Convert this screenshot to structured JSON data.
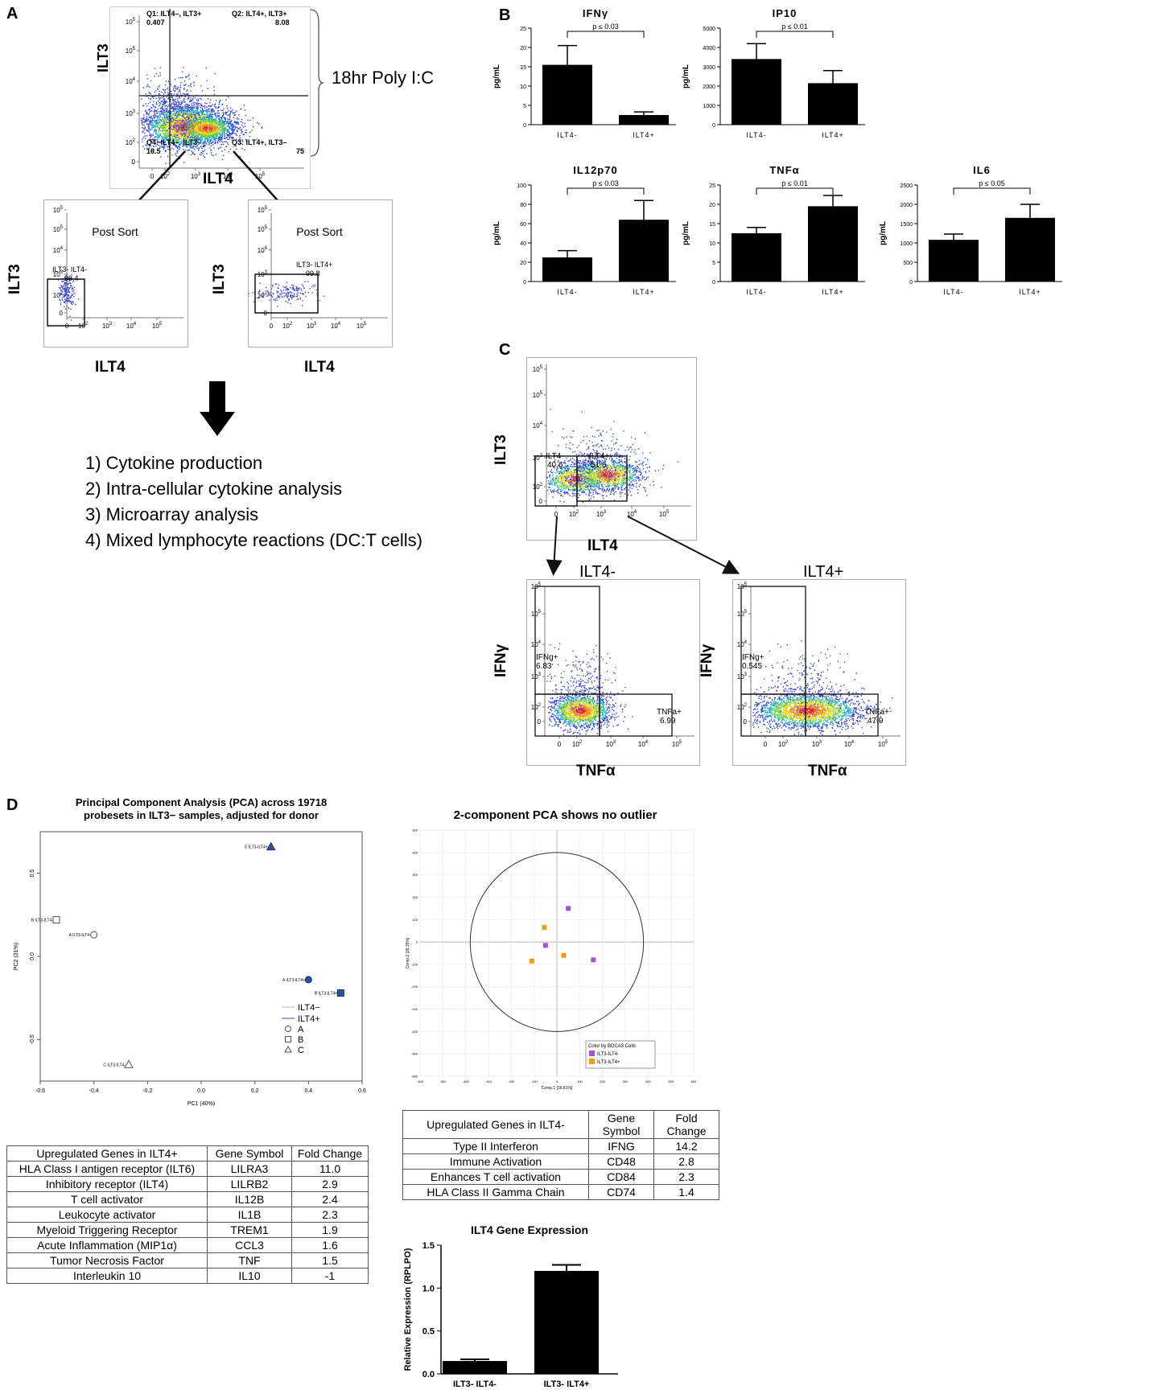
{
  "panelA": {
    "letter": "A",
    "top_plot": {
      "xlabel": "ILT4",
      "ylabel": "ILT3",
      "q1": "Q1: ILT4–, ILT3+",
      "q1_val": "0.407",
      "q2": "Q2: ILT4+, ILT3+",
      "q2_val": "8.08",
      "q3": "Q3: ILT4+, ILT3–",
      "q3_val": "75",
      "q4": "Q4: ILT4–, ILT3–",
      "q4_val": "16.5",
      "condition": "18hr Poly I:C"
    },
    "sort_left": {
      "title": "Post Sort",
      "gate": "ILT3- ILT4-",
      "gate_val": "99.4",
      "xlabel": "ILT4",
      "ylabel": "ILT3"
    },
    "sort_right": {
      "title": "Post Sort",
      "gate": "ILT3- ILT4+",
      "gate_val": "99.8",
      "xlabel": "ILT4",
      "ylabel": "ILT3"
    },
    "steps": [
      "1)  Cytokine production",
      "2)  Intra-cellular cytokine analysis",
      "3)  Microarray analysis",
      "4)  Mixed lymphocyte reactions (DC:T cells)"
    ]
  },
  "panelB": {
    "letter": "B",
    "ylabel": "pg/mL",
    "chart_data": [
      {
        "type": "bar",
        "title": "IFNγ",
        "categories": [
          "ILT4-",
          "ILT4+"
        ],
        "values": [
          15.5,
          2.5
        ],
        "errors": [
          5.0,
          0.8
        ],
        "ylim": [
          0,
          25
        ],
        "yticks": [
          0,
          5,
          10,
          15,
          20,
          25
        ],
        "pval": "p ≤ 0.03"
      },
      {
        "type": "bar",
        "title": "IP10",
        "categories": [
          "ILT4-",
          "ILT4+"
        ],
        "values": [
          3400,
          2150
        ],
        "errors": [
          800,
          650
        ],
        "ylim": [
          0,
          5000
        ],
        "yticks": [
          0,
          1000,
          2000,
          3000,
          4000,
          5000
        ],
        "pval": "p ≤ 0.01"
      },
      {
        "type": "bar",
        "title": "IL12p70",
        "categories": [
          "ILT4-",
          "ILT4+"
        ],
        "values": [
          25,
          64
        ],
        "errors": [
          7,
          20
        ],
        "ylim": [
          0,
          100
        ],
        "yticks": [
          0,
          20,
          40,
          60,
          80,
          100
        ],
        "pval": "p ≤ 0.03"
      },
      {
        "type": "bar",
        "title": "TNFα",
        "categories": [
          "ILT4-",
          "ILT4+"
        ],
        "values": [
          12.5,
          19.5
        ],
        "errors": [
          1.5,
          2.8
        ],
        "ylim": [
          0,
          25
        ],
        "yticks": [
          0,
          5,
          10,
          15,
          20,
          25
        ],
        "pval": "p ≤ 0.01"
      },
      {
        "type": "bar",
        "title": "IL6",
        "categories": [
          "ILT4-",
          "ILT4+"
        ],
        "values": [
          1080,
          1650
        ],
        "errors": [
          150,
          350
        ],
        "ylim": [
          0,
          2500
        ],
        "yticks": [
          0,
          500,
          1000,
          1500,
          2000,
          2500
        ],
        "pval": "p ≤ 0.05"
      }
    ]
  },
  "panelC": {
    "letter": "C",
    "top_plot": {
      "xlabel": "ILT4",
      "ylabel": "ILT3",
      "g1": "ILT4-",
      "g1_val": "40.6",
      "g2": "ILT4+",
      "g2_val": "51.6"
    },
    "left": {
      "title": "ILT4-",
      "xlabel": "TNFα",
      "ylabel": "IFNγ",
      "ifng": "IFNg+",
      "ifng_val": "6.83",
      "tnfa": "TNFa+",
      "tnfa_val": "6.99"
    },
    "right": {
      "title": "ILT4+",
      "xlabel": "TNFα",
      "ylabel": "IFNγ",
      "ifng": "IFNg+",
      "ifng_val": "0.545",
      "tnfa": "TNFa+",
      "tnfa_val": "47.9"
    }
  },
  "panelD": {
    "letter": "D",
    "pca1": {
      "title_l1": "Principal Component Analysis (PCA) across 19718",
      "title_l2": "probesets in ILT3− samples, adjusted for donor",
      "xlabel": "PC1 (40%)",
      "ylabel": "PC2 (31%)",
      "legend": [
        "ILT4−",
        "ILT4+",
        "A",
        "B",
        "C"
      ],
      "chart_data": {
        "type": "scatter",
        "xlim": [
          -0.6,
          0.6
        ],
        "ylim": [
          -0.75,
          0.75
        ],
        "xticks": [
          -0.6,
          -0.4,
          -0.2,
          0.0,
          0.2,
          0.4,
          0.6
        ],
        "yticks": [
          -0.5,
          0.0,
          0.5
        ],
        "points": [
          {
            "label": "C ILT3-ILT4+",
            "x": 0.26,
            "y": 0.66,
            "group": "ILT4+",
            "shape": "triangle"
          },
          {
            "label": "B ILT3-ILT4-",
            "x": -0.54,
            "y": 0.22,
            "group": "ILT4-",
            "shape": "square"
          },
          {
            "label": "A ILT3-ILT4-",
            "x": -0.4,
            "y": 0.13,
            "group": "ILT4-",
            "shape": "circle"
          },
          {
            "label": "A ILT3-ILT4+",
            "x": 0.4,
            "y": -0.14,
            "group": "ILT4+",
            "shape": "circle"
          },
          {
            "label": "B ILT3-ILT4+",
            "x": 0.52,
            "y": -0.22,
            "group": "ILT4+",
            "shape": "square"
          },
          {
            "label": "C ILT3-ILT4-",
            "x": -0.27,
            "y": -0.65,
            "group": "ILT4-",
            "shape": "triangle"
          }
        ]
      }
    },
    "pca2": {
      "title": "2-component PCA shows no outlier",
      "xlabel": "Comp.1 [26.81%]",
      "ylabel": "Comp.2 [26.35%]",
      "legend_title": "Color by BDCA3 Cells",
      "legend": [
        {
          "name": "ILT3-ILT4-",
          "color": "#9b59d0"
        },
        {
          "name": "ILT3-ILT4+",
          "color": "#f39c12"
        }
      ],
      "chart_data": {
        "type": "scatter",
        "xlim": [
          -600,
          600
        ],
        "ylim": [
          -600,
          500
        ],
        "xticks": [
          -600,
          -500,
          -400,
          -300,
          -200,
          -100,
          0,
          100,
          200,
          300,
          400,
          500,
          600
        ],
        "yticks": [
          500,
          400,
          300,
          200,
          100,
          0,
          -100,
          -200,
          -300,
          -400,
          -500,
          -600
        ],
        "points": [
          {
            "group": "ILT3-ILT4-",
            "x": 50,
            "y": 150
          },
          {
            "group": "ILT3-ILT4-",
            "x": -50,
            "y": -15
          },
          {
            "group": "ILT3-ILT4-",
            "x": 160,
            "y": -80
          },
          {
            "group": "ILT3-ILT4+",
            "x": -55,
            "y": 65
          },
          {
            "group": "ILT3-ILT4+",
            "x": 30,
            "y": -60
          },
          {
            "group": "ILT3-ILT4+",
            "x": -110,
            "y": -85
          }
        ]
      }
    },
    "table_left": {
      "headers": [
        "Upregulated Genes in ILT4+",
        "Gene Symbol",
        "Fold Change"
      ],
      "rows": [
        [
          "HLA Class I antigen receptor (ILT6)",
          "LILRA3",
          "11.0"
        ],
        [
          "Inhibitory receptor (ILT4)",
          "LILRB2",
          "2.9"
        ],
        [
          "T cell activator",
          "IL12B",
          "2.4"
        ],
        [
          "Leukocyte activator",
          "IL1B",
          "2.3"
        ],
        [
          "Myeloid Triggering Receptor",
          "TREM1",
          "1.9"
        ],
        [
          "Acute Inflammation (MIP1α)",
          "CCL3",
          "1.6"
        ],
        [
          "Tumor Necrosis Factor",
          "TNF",
          "1.5"
        ],
        [
          "Interleukin 10",
          "IL10",
          "-1"
        ]
      ]
    },
    "table_right": {
      "headers": [
        "Upregulated Genes in ILT4-",
        "Gene Symbol",
        "Fold Change"
      ],
      "rows": [
        [
          "Type II Interferon",
          "IFNG",
          "14.2"
        ],
        [
          "Immune Activation",
          "CD48",
          "2.8"
        ],
        [
          "Enhances T cell activation",
          "CD84",
          "2.3"
        ],
        [
          "HLA Class II Gamma Chain",
          "CD74",
          "1.4"
        ]
      ]
    },
    "expr": {
      "chart_data": {
        "type": "bar",
        "title": "ILT4 Gene Expression",
        "ylabel": "Relative Expression (RPLPO)",
        "categories": [
          "ILT3- ILT4-",
          "ILT3- ILT4+"
        ],
        "values": [
          0.15,
          1.2
        ],
        "errors": [
          0.02,
          0.07
        ],
        "ylim": [
          0,
          1.5
        ],
        "yticks": [
          0.0,
          0.5,
          1.0,
          1.5
        ]
      }
    }
  }
}
